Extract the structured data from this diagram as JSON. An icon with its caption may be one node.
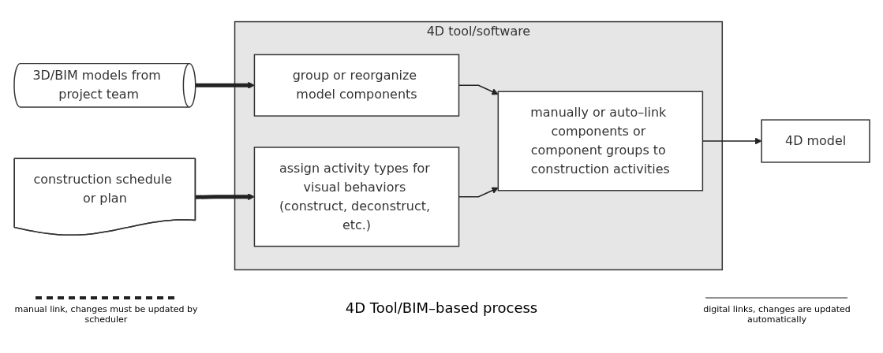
{
  "diagram": {
    "caption": "4D Tool/BIM–based process",
    "nodes": [
      {
        "text": [
          "4D tool/software"
        ]
      },
      {
        "text": [
          "3D/BIM models from project team"
        ]
      },
      {
        "text": [
          "group or reorganize model components"
        ],
        "in": 0
      },
      {
        "text": [
          "construction schedule or plan"
        ]
      },
      {
        "text": [
          "assign activity types for visual behaviors (construct, deconstruct, etc.)"
        ],
        "in": 0
      },
      {
        "text": [
          "manually or auto–link components or component groups to construction activities"
        ],
        "in": 0
      },
      {
        "text": [
          "4D model"
        ]
      }
    ],
    "edges": [
      {
        "from": 1,
        "to": 2,
        "arrow": "to",
        "style": "thick"
      },
      {
        "from": 3,
        "to": 4,
        "arrow": "to",
        "style": "thick"
      },
      {
        "from": 2,
        "to": 5,
        "arrow": "to"
      },
      {
        "from": 4,
        "to": 5,
        "arrow": "to"
      },
      {
        "from": 5,
        "to": 6,
        "arrow": "to"
      }
    ],
    "legend": [
      {
        "text": "manual link, changes must be updated by scheduler"
      },
      {
        "text": "digital links, changes are updated automatically"
      }
    ]
  }
}
